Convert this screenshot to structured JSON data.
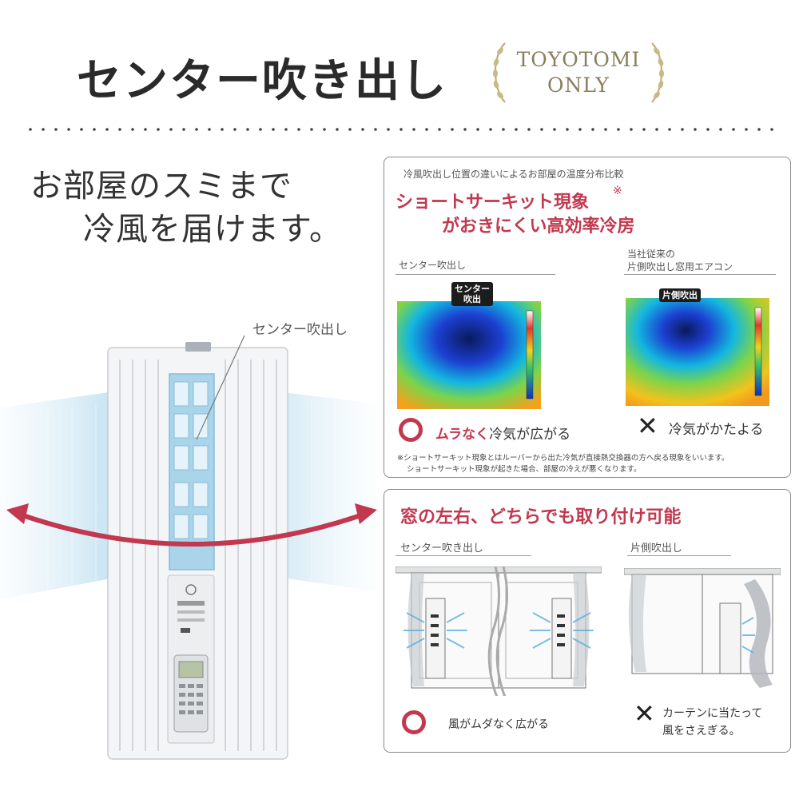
{
  "header": {
    "title": "センター吹き出し",
    "badge_line1": "TOYOTOMI",
    "badge_line2": "ONLY"
  },
  "lead": {
    "line1": "お部屋のスミまで",
    "line2": "冷風を届けます。"
  },
  "product": {
    "callout": "センター吹出し"
  },
  "panel1": {
    "caption": "冷風吹出し位置の違いによるお部屋の温度分布比較",
    "headline1": "ショートサーキット現象",
    "asterisk": "※",
    "headline2": "がおきにくい高効率冷房",
    "left_label": "センター吹出し",
    "right_label_1": "当社従来の",
    "right_label_2": "片側吹出し窓用エアコン",
    "tag_left_1": "センター",
    "tag_left_2": "吹出",
    "tag_right": "片側吹出",
    "good_em": "ムラなく",
    "good_rest": "冷気が広がる",
    "bad": "冷気がかたよる",
    "note1": "※ショートサーキット現象とはルーバーから出た冷気が直接熱交換器の方へ戻る現象をいいます。",
    "note2": "ショートサーキット現象が起きた場合、部屋の冷えが悪くなります。"
  },
  "panel2": {
    "headline": "窓の左右、どちらでも取り付け可能",
    "left_label": "センター吹き出し",
    "right_label": "片側吹出し",
    "good": "風がムダなく広がる",
    "bad_1": "カーテンに当たって",
    "bad_2": "風をさえぎる。"
  },
  "colors": {
    "accent": "#c2384e",
    "badge_gold": "#8a7e5e",
    "airflow_blue": "#9ccde6"
  },
  "icons": {
    "good": "circle-mark-icon",
    "bad": "cross-mark-icon",
    "swing": "double-arrow-icon"
  }
}
